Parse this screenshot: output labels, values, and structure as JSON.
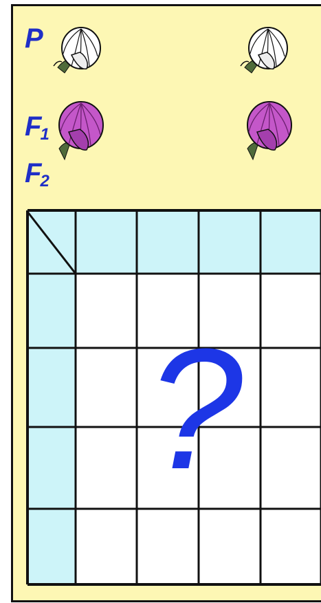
{
  "labels": {
    "p": {
      "main": "P",
      "sub": ""
    },
    "f1": {
      "main": "F",
      "sub": "1"
    },
    "f2": {
      "main": "F",
      "sub": "2"
    }
  },
  "flowers": {
    "p_row": [
      {
        "color": "white",
        "icon": "white-pea-flower-icon"
      },
      {
        "color": "white",
        "icon": "white-pea-flower-icon"
      }
    ],
    "f1_row": [
      {
        "color": "purple",
        "icon": "purple-pea-flower-icon"
      },
      {
        "color": "purple",
        "icon": "purple-pea-flower-icon"
      }
    ]
  },
  "punnett": {
    "rows": 5,
    "cols": 5,
    "header_fill": "#cdf4f9",
    "cell_fill": "#ffffff",
    "line_color": "#111111",
    "unknown_symbol": "?",
    "symbol_color": "#1d36e6"
  },
  "colors": {
    "background": "#fdf7b4",
    "label_color": "#1f2fc7",
    "white_petal": "#ffffff",
    "purple_petal": "#c457c9",
    "leaf": "#4f6b3a"
  }
}
